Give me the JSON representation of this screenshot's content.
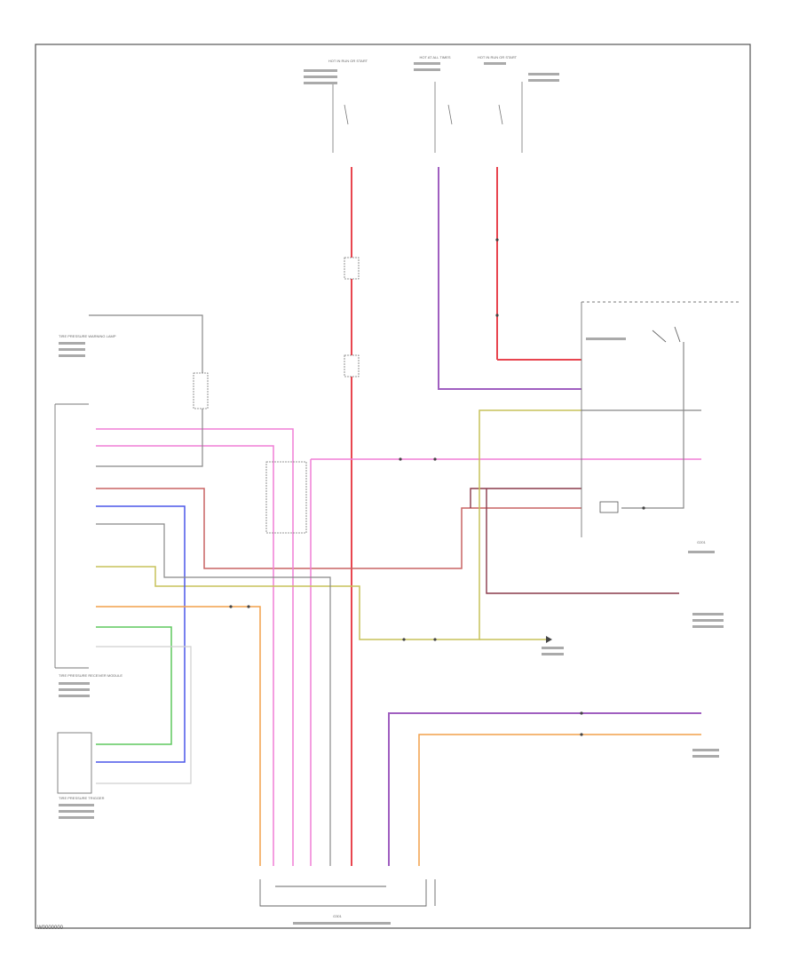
{
  "diagram": {
    "reference_code": "W0000000",
    "colors": {
      "red": "#e8454f",
      "pink": "#f07fd6",
      "violet": "#a05fc0",
      "olive": "#c7c25a",
      "brown": "#8a3a4a",
      "blue": "#4a56e8",
      "grey": "#888888",
      "orange": "#f2a04a",
      "green": "#5fc85f",
      "light": "#c8c8c8",
      "frame": "#555555"
    },
    "labels": {
      "top_left_source": "HOT IN RUN OR START",
      "top_mid_source": "HOT AT ALL TIMES",
      "top_right_source": "HOT IN RUN OR START",
      "transmitter_module": "TIRE PRESSURE RECEIVER MODULE",
      "warning_lamp": "TIRE PRESSURE WARNING LAMP",
      "trigger_module": "TIRE PRESSURE TRIGGER",
      "ground_bottom": "G301",
      "ground_right": "G201"
    }
  }
}
